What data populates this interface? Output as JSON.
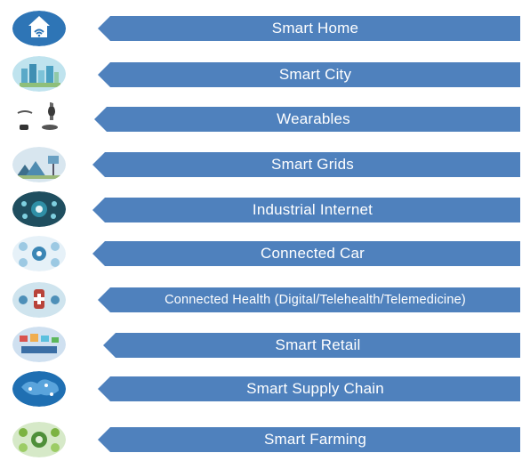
{
  "items": [
    {
      "label": "Smart Home",
      "icon": "smart-home-icon"
    },
    {
      "label": "Smart City",
      "icon": "smart-city-icon"
    },
    {
      "label": "Wearables",
      "icon": "wearables-icon"
    },
    {
      "label": "Smart Grids",
      "icon": "smart-grids-icon"
    },
    {
      "label": "Industrial Internet",
      "icon": "industrial-internet-icon"
    },
    {
      "label": "Connected Car",
      "icon": "connected-car-icon"
    },
    {
      "label": "Connected  Health (Digital/Telehealth/Telemedicine)",
      "icon": "connected-health-icon"
    },
    {
      "label": "Smart Retail",
      "icon": "smart-retail-icon"
    },
    {
      "label": "Smart Supply Chain",
      "icon": "smart-supply-chain-icon"
    },
    {
      "label": "Smart Farming",
      "icon": "smart-farming-icon"
    }
  ],
  "colors": {
    "arrow": "#4f81bd",
    "text": "#ffffff"
  }
}
